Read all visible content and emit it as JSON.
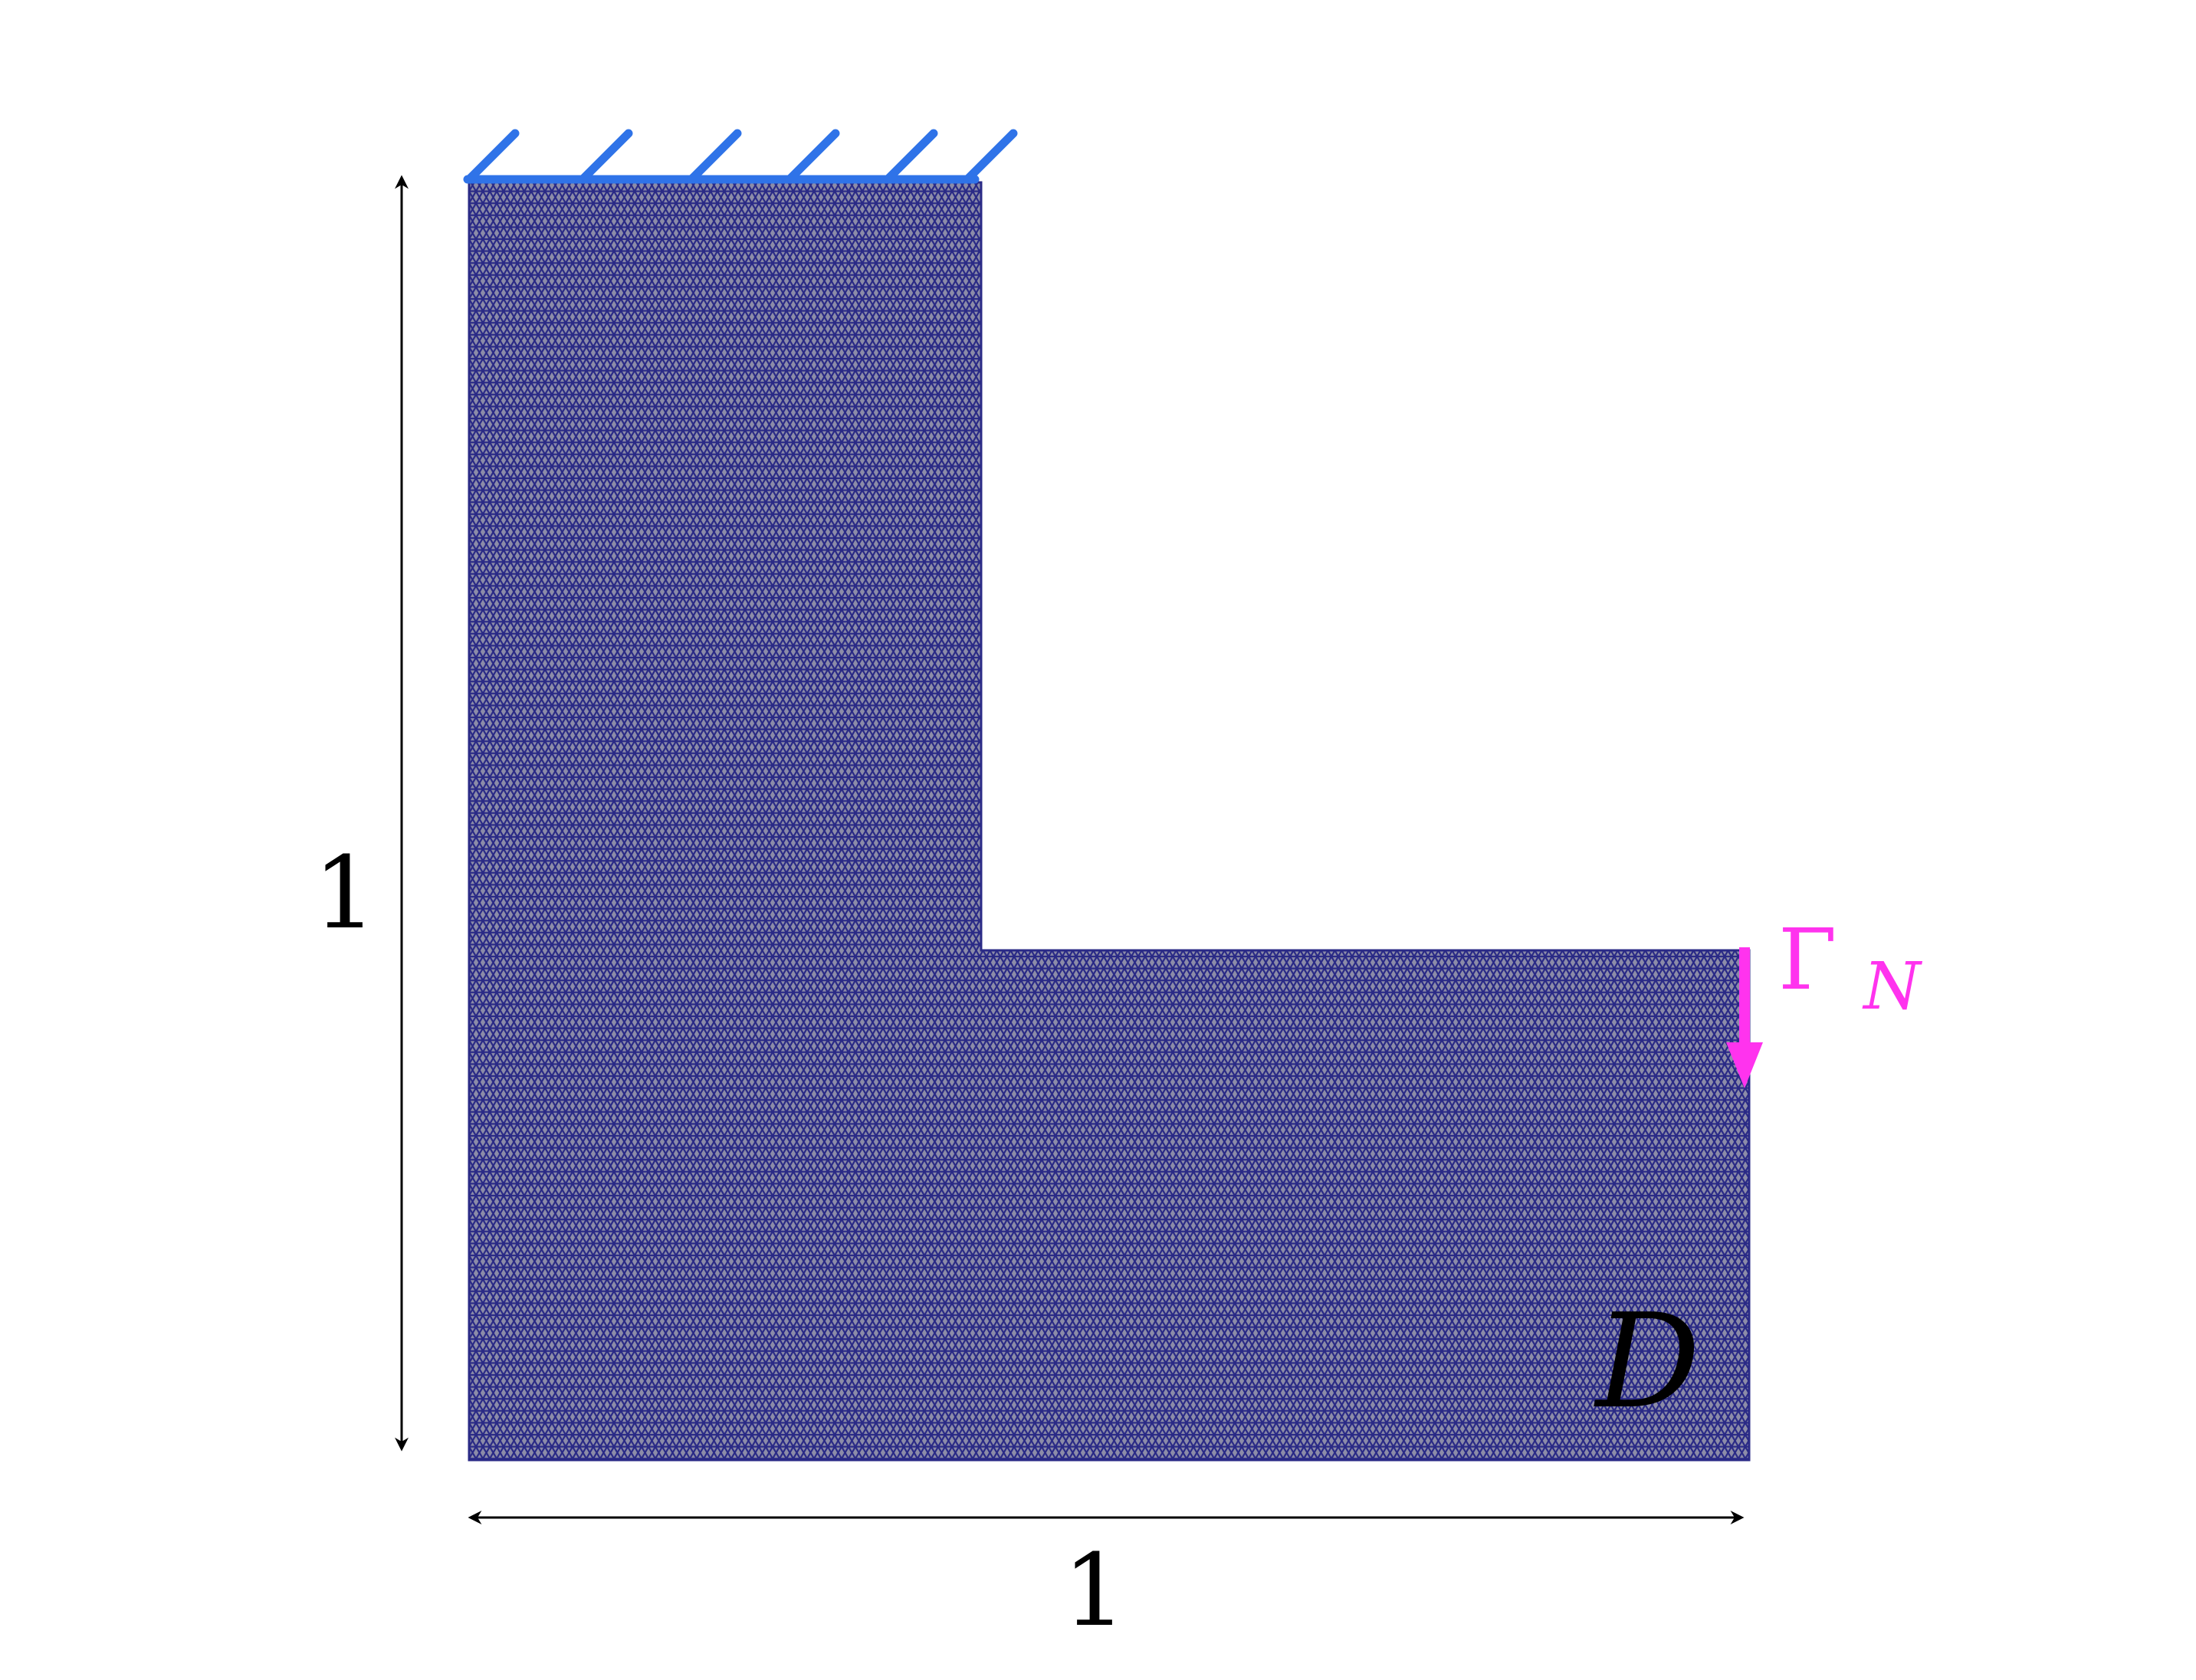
{
  "domain": {
    "label": "D",
    "mesh_color": "#2a2a86",
    "mesh_line_color": "#9a9ab4"
  },
  "dimensions": {
    "height_label": "1",
    "width_label": "1",
    "arrow_color": "#000000"
  },
  "dirichlet_boundary": {
    "color": "#2f73e8",
    "hatch_count": 6
  },
  "neumann_boundary": {
    "label_main": "Γ",
    "label_sub": "N",
    "color": "#ff33ee"
  }
}
